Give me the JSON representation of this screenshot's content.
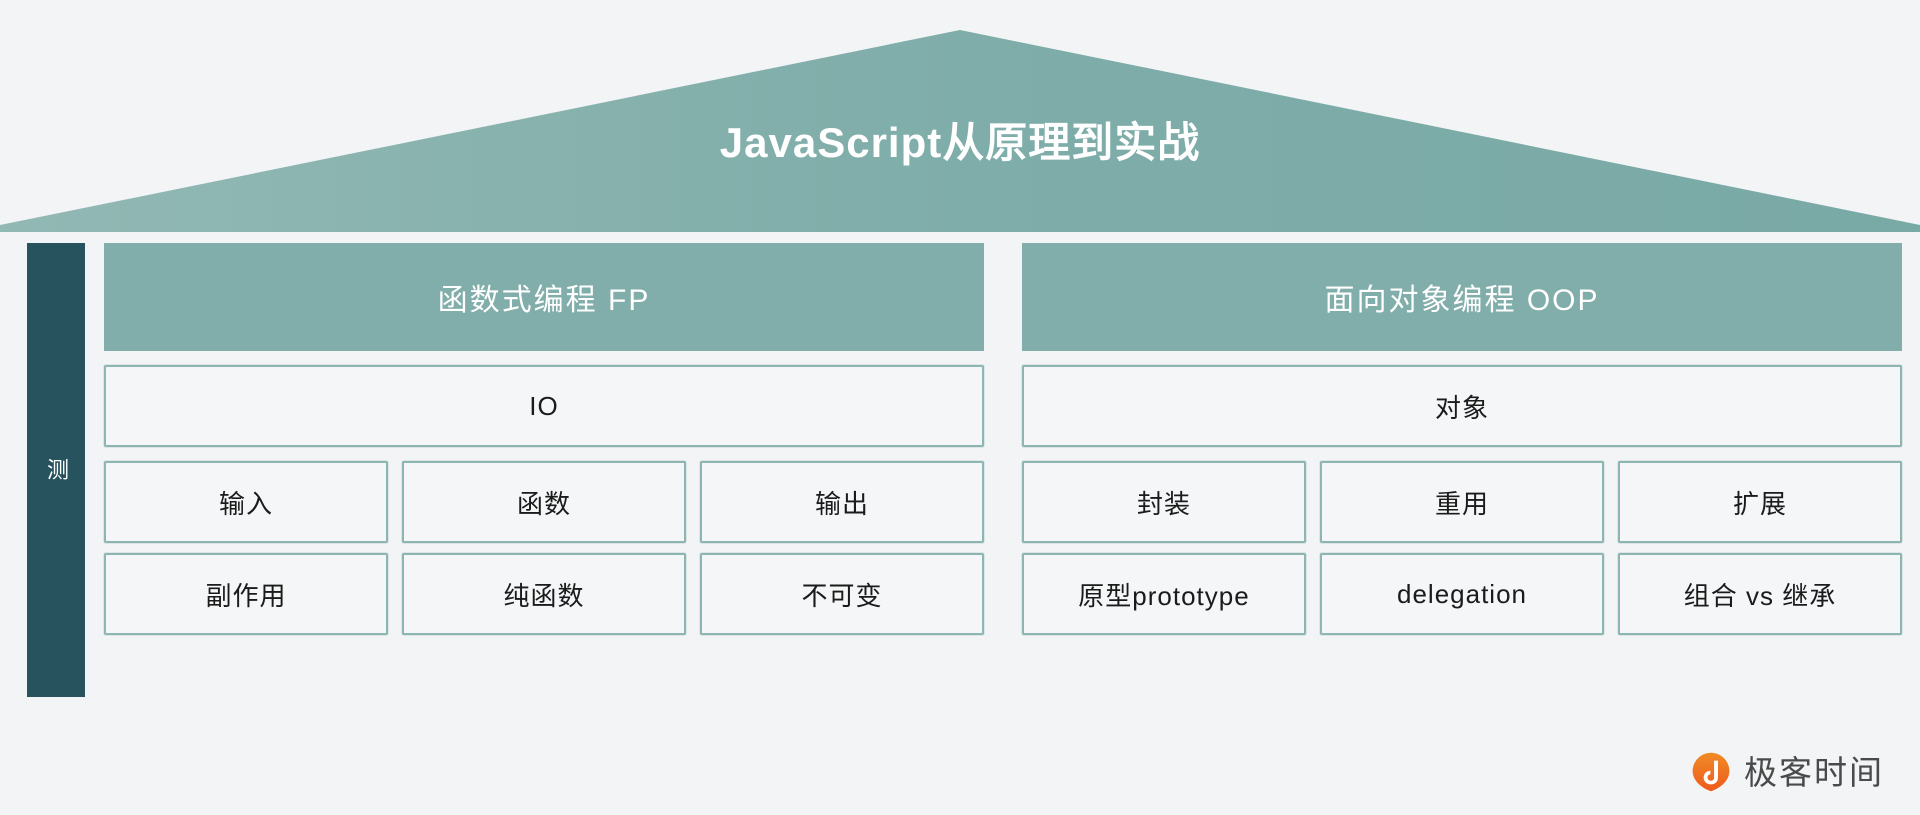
{
  "title": "JavaScript从原理到实战",
  "spine": {
    "label": "测"
  },
  "columns": [
    {
      "header": "函数式编程 FP",
      "wide_cell": "IO",
      "rows": [
        [
          "输入",
          "函数",
          "输出"
        ],
        [
          "副作用",
          "纯函数",
          "不可变"
        ]
      ]
    },
    {
      "header": "面向对象编程 OOP",
      "wide_cell": "对象",
      "rows": [
        [
          "封装",
          "重用",
          "扩展"
        ],
        [
          "原型prototype",
          "delegation",
          "组合 vs 继承"
        ]
      ]
    }
  ],
  "brand": {
    "name": "极客时间",
    "mark": "geektime-logo-icon"
  },
  "colors": {
    "background": "#f2f4f5",
    "roof": "#7fada9",
    "header": "#81aeaa",
    "spine": "#27535f",
    "cell_border": "#8db6b2",
    "cell_fill": "#f4f6f7",
    "brand_accent": "#ef6a23",
    "text_dark": "#1b1b1b",
    "text_light": "#ffffff"
  }
}
